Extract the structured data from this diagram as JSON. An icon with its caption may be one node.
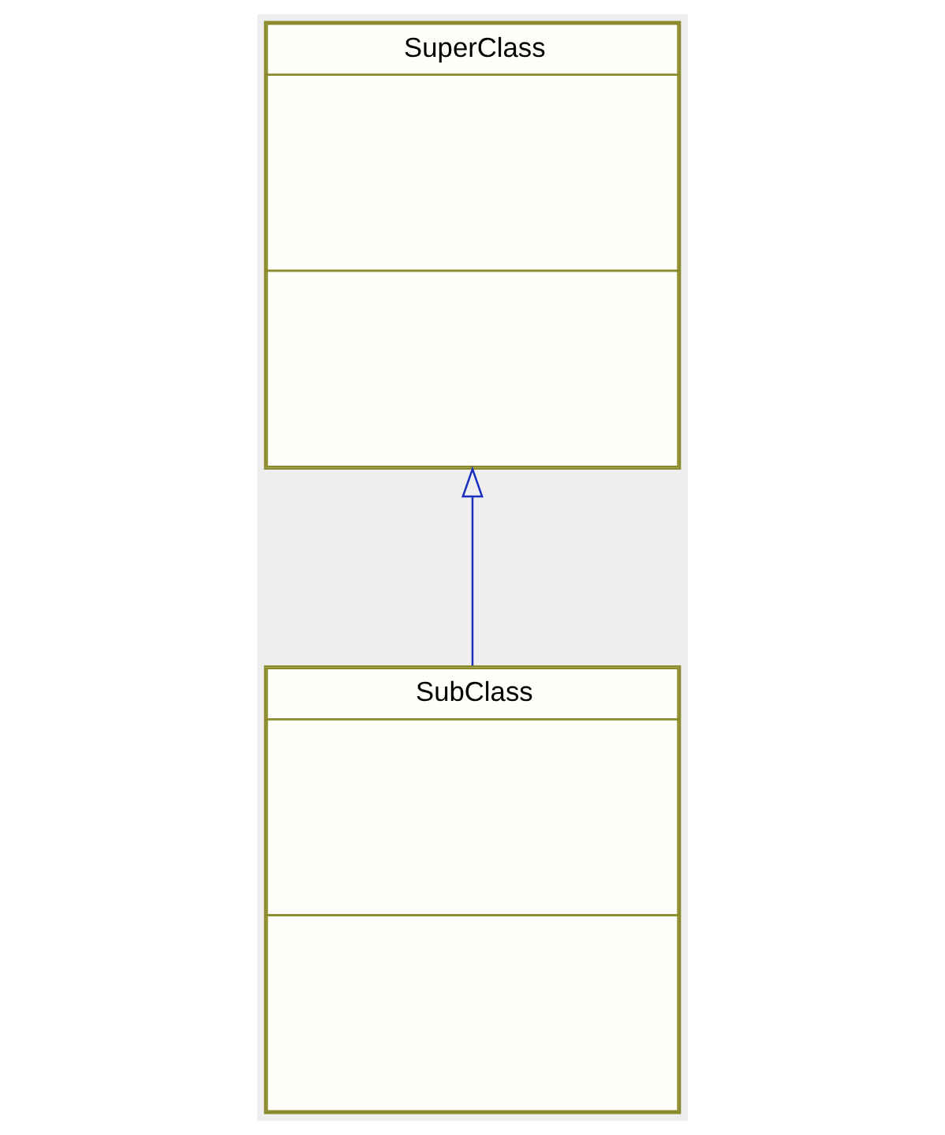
{
  "diagram": {
    "nodes": [
      {
        "text": [
          "SuperClass"
        ]
      },
      {
        "text": [
          "SubClass"
        ]
      }
    ],
    "edges": [
      {
        "from": 1,
        "to": 0,
        "arrow": "to",
        "color": "#1a2fbf"
      }
    ]
  }
}
